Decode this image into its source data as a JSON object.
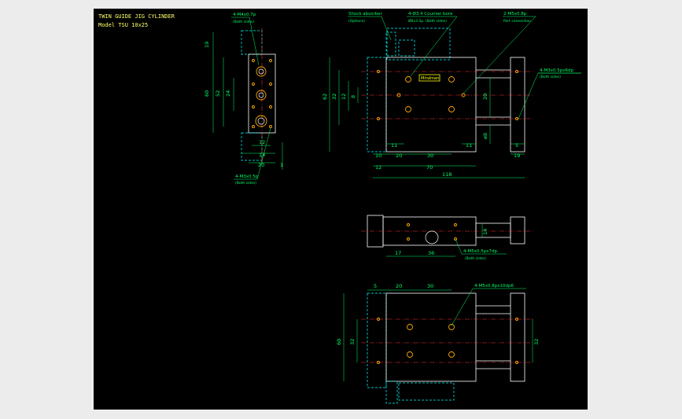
{
  "drawing": {
    "title_line1": "TWIN GUIDE JIG CYLINDER",
    "title_line2": "Model TSU 10x25"
  },
  "side_view": {
    "callout_top": "4-M4x0.7p",
    "callout_top_sub": "(Both sides)",
    "callout_bottom": "4-M3x0.5p",
    "callout_bottom_sub": "(Both sides)",
    "dims": {
      "d19": "19",
      "d60": "60",
      "d52": "52",
      "d24": "24",
      "d12": "12",
      "d14": "14",
      "d20": "20",
      "d1": "1"
    }
  },
  "front_view": {
    "callout_shock": "Shock absorber",
    "callout_shock_sub": "(Options)",
    "callout_counterbore": "4-Ø3.4 Counter bore",
    "callout_counterbore_sub": "Ø6x3.5p. (Both sides)",
    "callout_port": "2-M5x0.8p",
    "callout_port_sub": "Port connection",
    "callout_side": "4-M3x0.5px6dp",
    "callout_side_sub": "(Both sides)",
    "brand": "Mindman",
    "dims": {
      "d62": "62",
      "d32": "32",
      "d12": "12",
      "d8a": "8",
      "d20r": "20",
      "d8b": "ø8",
      "d11a": "11",
      "d11b": "11",
      "d10": "10",
      "d20": "20",
      "d30": "30",
      "d5": "5",
      "d19": "19",
      "d12b": "12",
      "d70": "70",
      "d118": "118"
    }
  },
  "bottom_view": {
    "callout": "4-M5x0.5px7dp.",
    "callout_sub": "(Both sides)",
    "dims": {
      "d17": "17",
      "d36": "36",
      "d14": "14"
    }
  },
  "top_view": {
    "callout": "4-M5x0.8px10dp6",
    "dims": {
      "d5": "5",
      "d20": "20",
      "d30": "30",
      "d60": "60",
      "d32a": "32",
      "d32b": "32"
    }
  },
  "colors": {
    "background": "#000000",
    "outline": "#ffffff",
    "hidden": "#00ffff",
    "dimension": "#00ff66",
    "center": "#ff3333",
    "holes": "#ffaa00",
    "title": "#ffff66"
  }
}
